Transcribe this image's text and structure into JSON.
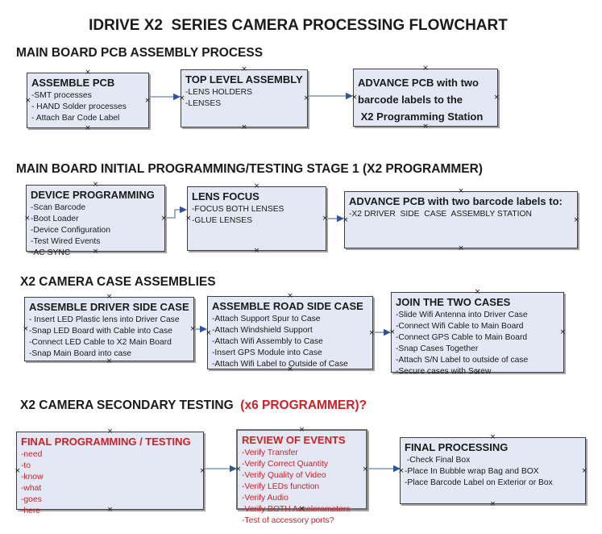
{
  "title": "IDRIVE X2  SERIES CAMERA PROCESSING FLOWCHART",
  "colors": {
    "box_fill": "#e3e8f4",
    "box_border": "#3f3f3f",
    "box_shadow": "#a3a3a3",
    "arrow_line": "#8ea7c7",
    "arrow_head": "#31549b",
    "red": "#cc2127",
    "text": "#111111"
  },
  "icons": {
    "connection_handle": "×"
  },
  "sections": [
    {
      "heading": "MAIN BOARD PCB ASSEMBLY PROCESS",
      "boxes": [
        {
          "title": "ASSEMBLE PCB",
          "items": [
            "-SMT processes",
            "- HAND Solder processes",
            "- Attach Bar Code Label"
          ]
        },
        {
          "title": "TOP LEVEL ASSEMBLY",
          "items": [
            "-LENS HOLDERS",
            "-LENSES"
          ]
        },
        {
          "title": "ADVANCE PCB with two\nbarcode labels to the\n X2 Programming Station",
          "items": []
        }
      ]
    },
    {
      "heading": "MAIN BOARD INITIAL PROGRAMMING/TESTING STAGE 1 (X2 PROGRAMMER)",
      "boxes": [
        {
          "title": "DEVICE PROGRAMMING",
          "items": [
            "-Scan Barcode",
            "-Boot Loader",
            "-Device Configuration",
            "-Test Wired Events",
            "-AC SYNC"
          ]
        },
        {
          "title": "LENS FOCUS",
          "items": [
            "-FOCUS BOTH LENSES",
            "-GLUE LENSES"
          ]
        },
        {
          "title": "ADVANCE PCB with two barcode labels to:",
          "items": [
            "-X2 DRIVER  SIDE  CASE  ASSEMBLY STATION"
          ]
        }
      ]
    },
    {
      "heading": "X2 CAMERA CASE ASSEMBLIES",
      "boxes": [
        {
          "title": "ASSEMBLE DRIVER SIDE CASE",
          "items": [
            "- Insert LED Plastic lens into Driver Case",
            "-Snap LED Board with Cable into Case",
            "-Connect LED Cable to X2 Main Board",
            "-Snap Main Board into case"
          ]
        },
        {
          "title": "ASSEMBLE ROAD SIDE CASE",
          "items": [
            "-Attach Support Spur to Case",
            "-Attach Windshield Support",
            "-Attach Wifi Assembly to Case",
            "-Insert GPS Module into Case",
            "-Attach Wifi Label to Outside of Case"
          ]
        },
        {
          "title": "JOIN THE TWO CASES",
          "items": [
            "-Slide Wifi Antenna into Driver Case",
            "-Connect Wifi Cable to Main Board",
            "-Connect GPS Cable to Main Board",
            "-Snap Cases Together",
            "-Attach S/N Label to outside of case",
            "-Secure cases with Screw"
          ]
        }
      ]
    },
    {
      "heading": "X2 CAMERA SECONDARY TESTING ",
      "heading_suffix": " (x6 PROGRAMMER)?",
      "boxes": [
        {
          "title": "FINAL PROGRAMMING / TESTING",
          "items": [
            "-need",
            "-to",
            "-know",
            "-what",
            "-goes",
            "-here"
          ]
        },
        {
          "title": "REVIEW OF EVENTS",
          "items": [
            "-Verify Transfer",
            "-Verify Correct Quantity",
            "-Verify Quality of Video",
            "-Verify LEDs function",
            "-Verify Audio",
            "-Verify BOTH Accelerometers",
            "-Test of accessory ports?"
          ]
        },
        {
          "title": "FINAL PROCESSING",
          "items": [
            " -Check Final Box",
            "-Place In Bubble wrap Bag and BOX",
            "-Place Barcode Label on Exterior or Box"
          ]
        }
      ]
    }
  ]
}
